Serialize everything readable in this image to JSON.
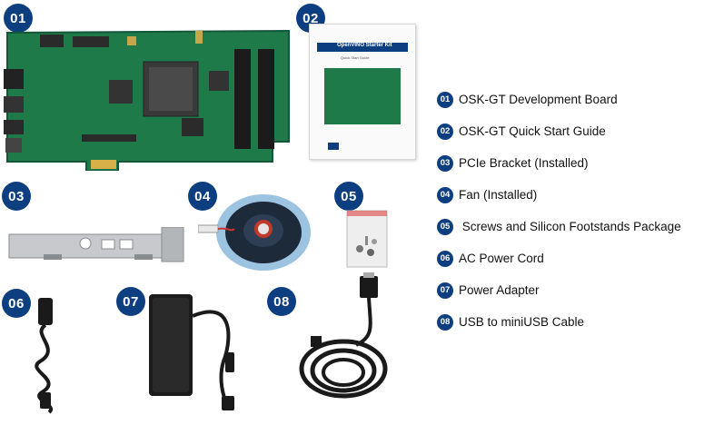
{
  "badges": [
    "01",
    "02",
    "03",
    "04",
    "05",
    "06",
    "07",
    "08"
  ],
  "guide": {
    "title": "OpenVINO Starter Kit",
    "subtitle": "Quick Start Guide"
  },
  "items": [
    {
      "num": "01",
      "label": "OSK-GT Development Board"
    },
    {
      "num": "02",
      "label": "OSK-GT Quick Start Guide"
    },
    {
      "num": "03",
      "label": "PCIe Bracket (Installed)"
    },
    {
      "num": "04",
      "label": "Fan (Installed)"
    },
    {
      "num": "05",
      "label": " Screws and Silicon Footstands Package"
    },
    {
      "num": "06",
      "label": "AC Power Cord"
    },
    {
      "num": "07",
      "label": "Power Adapter"
    },
    {
      "num": "08",
      "label": "USB to miniUSB Cable"
    }
  ],
  "colors": {
    "badge": "#0d3f80",
    "board": "#1f7a4a",
    "board_dark": "#13563a"
  }
}
